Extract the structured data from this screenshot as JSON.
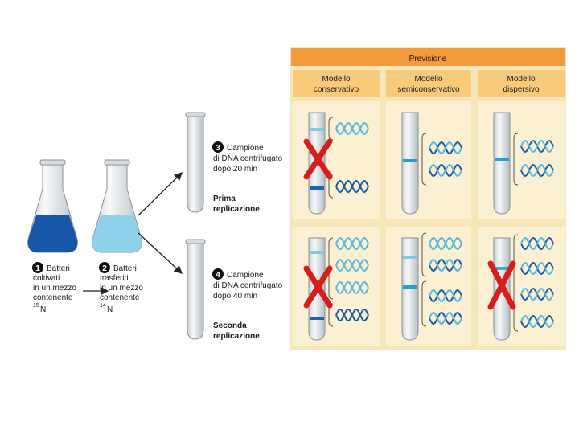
{
  "steps": [
    {
      "number": "1",
      "lines": [
        "Batteri",
        "coltivati",
        "in un mezzo",
        "contenente"
      ],
      "isotope_mass": "15",
      "isotope_symbol": "N"
    },
    {
      "number": "2",
      "lines": [
        "Batteri",
        "trasferiti",
        "in un mezzo",
        "contenente"
      ],
      "isotope_mass": "14",
      "isotope_symbol": "N"
    },
    {
      "number": "3",
      "lines": [
        "Campione",
        "di DNA centrifugato",
        "dopo 20 min"
      ],
      "caption": [
        "Prima",
        "replicazione"
      ]
    },
    {
      "number": "4",
      "lines": [
        "Campione",
        "di DNA centrifugato",
        "dopo 40 min"
      ],
      "caption": [
        "Seconda",
        "replicazione"
      ]
    }
  ],
  "prediction": {
    "title": "Previsione",
    "models": [
      {
        "line1": "Modello",
        "line2": "conservativo"
      },
      {
        "line1": "Modello",
        "line2": "semiconservativo"
      },
      {
        "line1": "Modello",
        "line2": "dispersivo"
      }
    ]
  },
  "colors": {
    "heavy_medium": "#1756a8",
    "light_medium": "#8fd0ea",
    "heavy_band": "#1f63b0",
    "hybrid_band": "#2a9bd0",
    "light_band": "#7fcbe6",
    "strand_heavy": "#1d5aa5",
    "strand_light": "#56b8dc",
    "header_orange": "#f39a3c",
    "panel_bg": "#f7e6b8",
    "reject_cross": "#d71e1e"
  }
}
